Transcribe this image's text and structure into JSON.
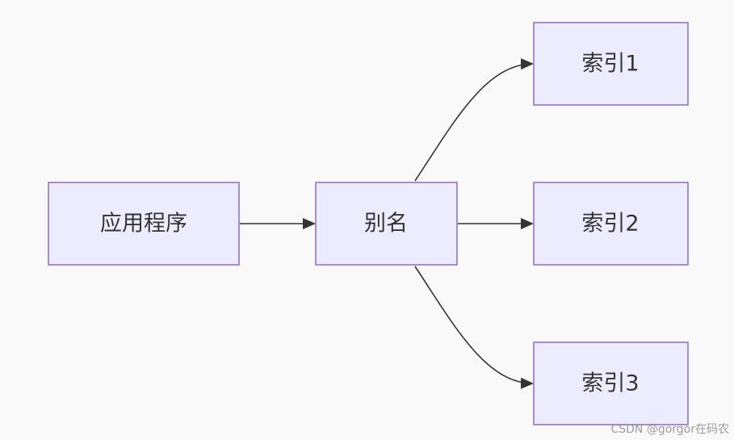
{
  "diagram": {
    "nodes": {
      "app": "应用程序",
      "alias": "别名",
      "index1": "索引1",
      "index2": "索引2",
      "index3": "索引3"
    }
  },
  "colors": {
    "background": "#f9f9f9",
    "node_fill": "#ececff",
    "node_border": "#9370db",
    "edge": "#333333",
    "text": "#333333"
  },
  "watermark": "CSDN @gorgor在码农"
}
